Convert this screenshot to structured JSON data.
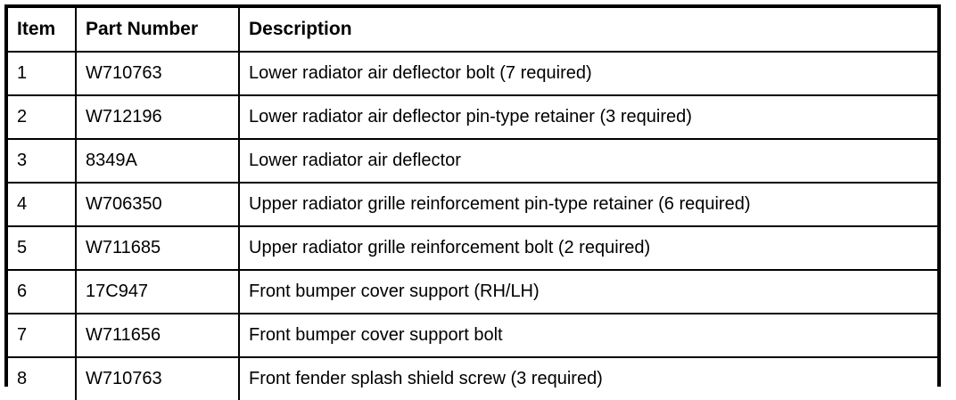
{
  "table": {
    "columns": [
      {
        "key": "item",
        "label": "Item"
      },
      {
        "key": "part_number",
        "label": "Part Number"
      },
      {
        "key": "description",
        "label": "Description"
      }
    ],
    "rows": [
      {
        "item": "1",
        "part_number": "W710763",
        "description": "Lower radiator air deflector bolt (7 required)"
      },
      {
        "item": "2",
        "part_number": "W712196",
        "description": "Lower radiator air deflector pin-type retainer (3 required)"
      },
      {
        "item": "3",
        "part_number": "8349A",
        "description": "Lower radiator air deflector"
      },
      {
        "item": "4",
        "part_number": "W706350",
        "description": "Upper radiator grille reinforcement pin-type retainer (6 required)"
      },
      {
        "item": "5",
        "part_number": "W711685",
        "description": "Upper radiator grille reinforcement bolt (2 required)"
      },
      {
        "item": "6",
        "part_number": "17C947",
        "description": "Front bumper cover support (RH/LH)"
      },
      {
        "item": "7",
        "part_number": "W711656",
        "description": "Front bumper cover support bolt"
      },
      {
        "item": "8",
        "part_number": "W710763",
        "description": "Front fender splash shield screw (3 required)"
      }
    ]
  },
  "colors": {
    "border": "#000000",
    "text": "#000000",
    "background": "#ffffff"
  }
}
